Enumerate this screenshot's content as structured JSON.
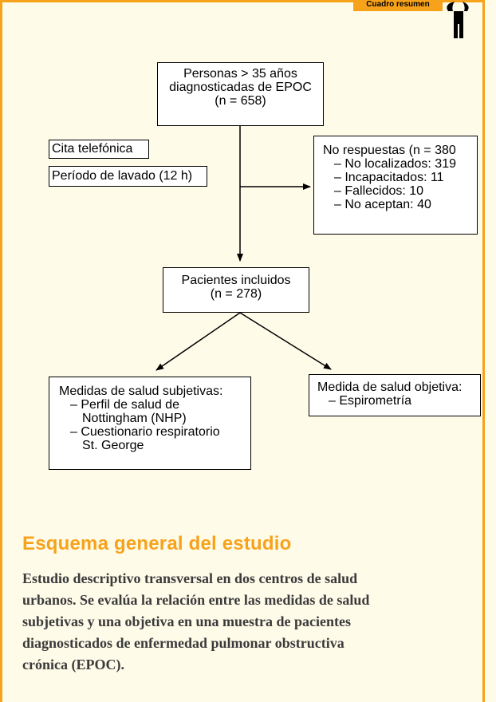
{
  "header_tab": "Cuadro resumen",
  "diagram": {
    "top_box": [
      "Personas > 35 años",
      "diagnosticadas de EPOC",
      "(n = 658)"
    ],
    "side_notes": [
      "Cita telefónica",
      "Período de lavado (12 h)"
    ],
    "exclusions": [
      "No respuestas (n = 380",
      "– No localizados: 319",
      "– Incapacitados: 11",
      "– Fallecidos: 10",
      "– No aceptan: 40"
    ],
    "included": [
      "Pacientes incluidos",
      "(n = 278)"
    ],
    "subjective": [
      "Medidas de salud subjetivas:",
      "– Perfil de salud de",
      "Nottingham (NHP)",
      "– Cuestionario respiratorio",
      "St. George"
    ],
    "objective": [
      "Medida de salud objetiva:",
      "– Espirometría"
    ]
  },
  "section": {
    "title": "Esquema general del estudio",
    "description": [
      "Estudio descriptivo transversal en dos centros de salud",
      "urbanos. Se evalúa la relación entre las medidas de salud",
      "subjetivas y una objetiva en una muestra de pacientes",
      "diagnosticados de enfermedad pulmonar obstructiva",
      "crónica (EPOC)."
    ]
  },
  "colors": {
    "accent": "#f7a21b",
    "background": "#fffbe9"
  }
}
